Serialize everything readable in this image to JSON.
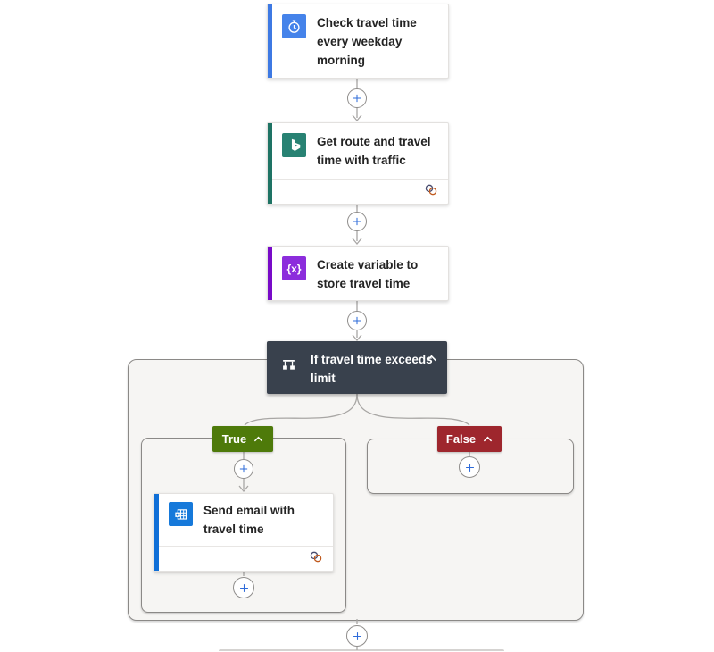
{
  "flow": {
    "trigger": {
      "title": "Check travel time every weekday morning",
      "icon": "recurrence-clock-icon",
      "accent_color": "#3D79E3",
      "icon_bg": "#4583EA"
    },
    "actions": [
      {
        "title": "Get route and travel time with traffic",
        "icon": "bing-maps-icon",
        "accent_color": "#1E7364",
        "icon_bg": "#288273",
        "has_connection_footer": true
      },
      {
        "title": "Create variable to store travel time",
        "icon": "variable-icon",
        "accent_color": "#780AC8",
        "icon_bg": "#8C2DDC",
        "has_connection_footer": false
      },
      {
        "title": "If travel time exceeds limit",
        "icon": "condition-icon",
        "bg_color": "#39414D",
        "collapsed": false
      },
      {
        "title": "Send email with travel time",
        "icon": "outlook-icon",
        "accent_color": "#0F6FD7",
        "icon_bg": "#1679DA",
        "has_connection_footer": true
      }
    ],
    "branches": {
      "true_label": "True",
      "true_color": "#4E7A0A",
      "false_label": "False",
      "false_color": "#9E262D"
    },
    "glyphs": {
      "variable": "{x}",
      "bing": "b"
    },
    "connectors": {
      "plus_color": "#2E6BD9",
      "line_color": "#A8A6A4"
    }
  }
}
